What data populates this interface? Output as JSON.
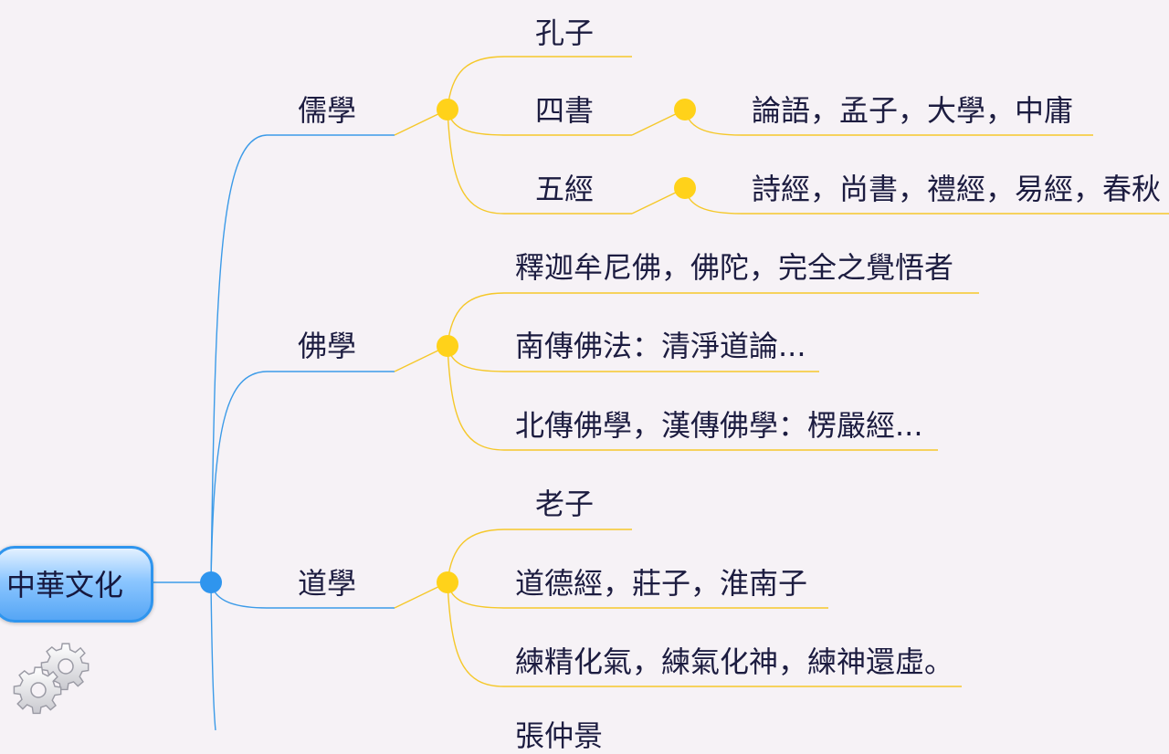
{
  "root": {
    "label": "中華文化"
  },
  "colors": {
    "background": "#f6f2f6",
    "root_line": "#3c9be8",
    "branch_line": "#f5c82a",
    "dot_blue": "#2f95ee",
    "dot_yellow": "#ffd21a",
    "text": "#1c1c40"
  },
  "branches": {
    "confucian": {
      "label": "儒學",
      "children": {
        "confucius": "孔子",
        "four_books": {
          "label": "四書",
          "detail": "論語，孟子，大學，中庸"
        },
        "five_classics": {
          "label": "五經",
          "detail": "詩經，尚書，禮經，易經，春秋"
        }
      }
    },
    "buddhist": {
      "label": "佛學",
      "children": [
        "釋迦牟尼佛，佛陀，完全之覺悟者",
        "南傳佛法：清淨道論...",
        "北傳佛學，漢傳佛學：楞嚴經..."
      ]
    },
    "taoist": {
      "label": "道學",
      "children": [
        "老子",
        "道德經，莊子，淮南子",
        "練精化氣，練氣化神，練神還虛。"
      ]
    },
    "partial_next": "張仲景"
  },
  "icons": {
    "settings": "gears-icon"
  }
}
